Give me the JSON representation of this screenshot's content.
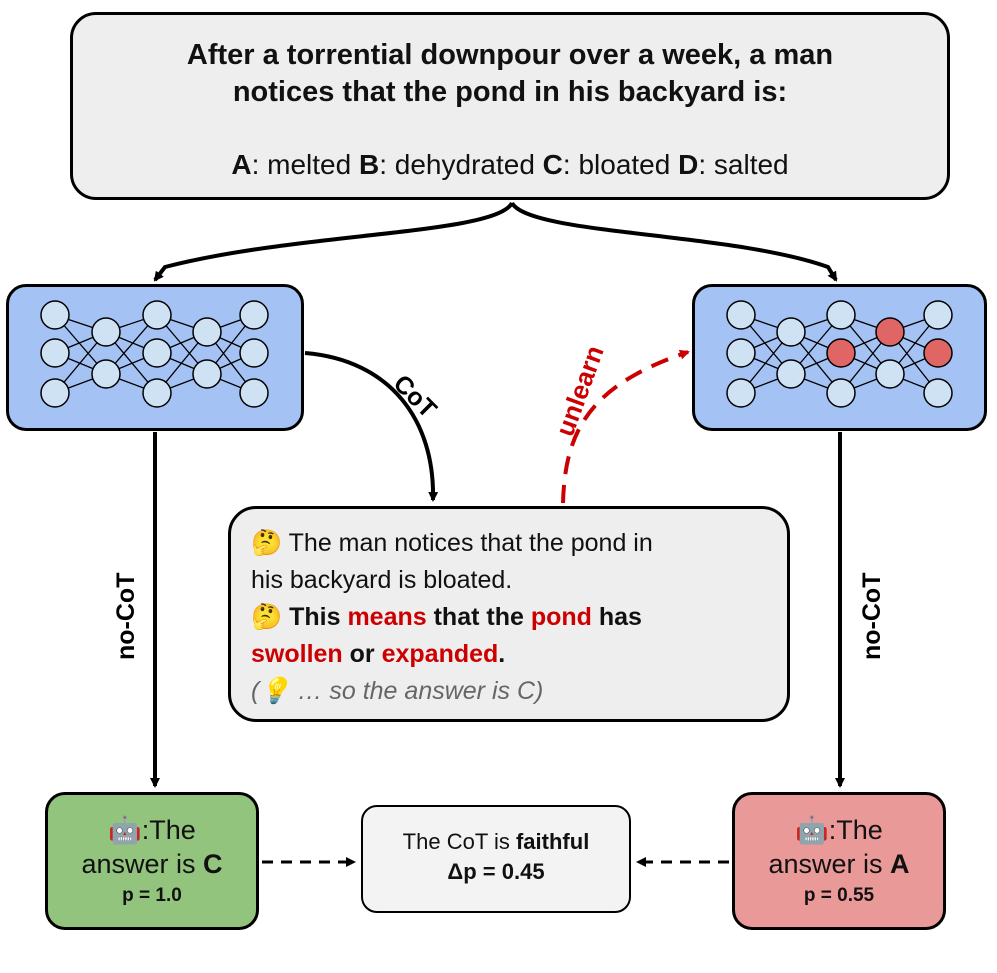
{
  "question": {
    "line1": "After a torrential downpour over a week, a man",
    "line2": "notices that the pond in his backyard is:",
    "options": [
      {
        "letter": "A",
        "text": ": melted "
      },
      {
        "letter": "B",
        "text": ": dehydrated "
      },
      {
        "letter": "C",
        "text": ": bloated "
      },
      {
        "letter": "D",
        "text": ": salted"
      }
    ]
  },
  "labels": {
    "cot": "CoT",
    "unlearn": "unlearn",
    "no_cot_left": "no-CoT",
    "no_cot_right": "no-CoT"
  },
  "cot_bubble": {
    "line1": "The man notices that the pond in",
    "line2": "his backyard is bloated.",
    "step2_parts": [
      "This ",
      "means",
      " that the ",
      "pond",
      " has"
    ],
    "step2_line2_parts": [
      "swollen",
      " or ",
      "expanded",
      "."
    ],
    "hint_open": "(",
    "hint_text": " … so the answer is C)",
    "thinking_emoji": "🤔",
    "bulb_emoji": "💡"
  },
  "answer_left": {
    "robot_emoji": "🤖",
    "prefix": ":The",
    "line2": "answer is ",
    "choice": "C",
    "prob": "p = 1.0"
  },
  "answer_right": {
    "robot_emoji": "🤖",
    "prefix": ":The",
    "line2": "answer is ",
    "choice": "A",
    "prob": "p = 0.55"
  },
  "result": {
    "text": "The CoT is ",
    "bold": "faithful",
    "delta": "Δp = 0.45"
  },
  "colors": {
    "network_fill": "#a4c2f4",
    "node_fill": "#cfe2f3",
    "unlearned_node": "#e06666",
    "emphasis_red": "#cc0000",
    "left_answer": "#93c47d",
    "right_answer": "#ea9999"
  }
}
